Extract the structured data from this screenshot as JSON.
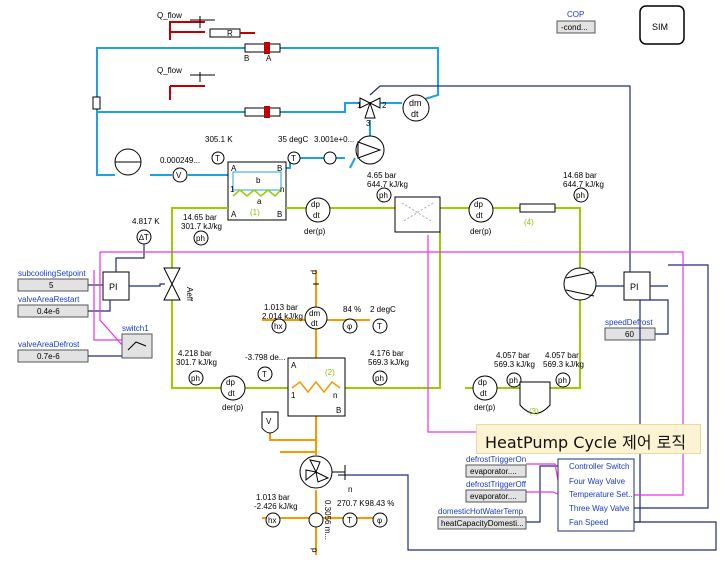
{
  "labels": {
    "q_flow_1": "Q_flow",
    "q_flow_2": "Q_flow",
    "r": "R",
    "b": "B",
    "a": "A",
    "cop_title": "COP",
    "cop_value": "-cond...",
    "sim": "SIM",
    "t1": "305.1 K",
    "t2": "35 degC",
    "t3": "3.001e+0...",
    "vflow": "0.000249...",
    "valve_1": "1",
    "valve_2": "2",
    "valve_3": "3",
    "dm": "dm",
    "dt": "dt",
    "hx_b": "b",
    "hx_a": "a",
    "hx_1": "1",
    "hx_n": "n",
    "hx_A": "A",
    "hx_B": "B",
    "hx_A2": "A",
    "hx_B2": "B",
    "hx_idx": "(1)",
    "p1": "14.65 bar",
    "h1": "301.7 kJ/kg",
    "p2": "4.65 bar",
    "h2": "644.7 kJ/kg",
    "p3": "14.68 bar",
    "h3": "644.7 kJ/kg",
    "der1": "der(p)",
    "der2": "der(p)",
    "der3": "der(p)",
    "der4": "der(p)",
    "dp": "dp",
    "dpdt": "dt",
    "ph": "ph",
    "idx4": "(4)",
    "idx2": "(2)",
    "idx3": "(3)",
    "t_4817": "4.817 K",
    "pi1": "PI",
    "pi2": "PI",
    "valve_aeff": "Aeff",
    "valve_A": "A",
    "valve_B": "B",
    "sub_setpoint": "subcoolingSetpoint",
    "sub_value": "5",
    "restart": "valveAreaRestart",
    "restart_value": "0.4e-6",
    "defrost_area": "valveAreaDefrost",
    "defrost_value": "0.7e-6",
    "switch": "switch1",
    "speed_defrost": "speedDefrost",
    "speed_value": "60",
    "air_p": "1.013 bar",
    "air_h": "2.014 kJ/kg",
    "air_phi": "84 %",
    "air_t": "2 degC",
    "hx": "hx",
    "phi": "φ",
    "t_cold": "-3.798 de...",
    "p_evap1": "4.218 bar",
    "h_evap1": "301.7 kJ/kg",
    "p_evap2": "4.176 bar",
    "h_evap2": "569.3 kJ/kg",
    "p_sep1": "4.057 bar",
    "h_sep1": "569.3 kJ/kg",
    "p_sep2": "4.057 bar",
    "h_sep2": "569.3 kJ/kg",
    "v": "V",
    "p_lbl": "p",
    "n_lbl": "n",
    "fan_p": "1.013 bar",
    "fan_h": "-2.426 kJ/kg",
    "fan_flow": "0.3056 m...",
    "fan_t": "270.7 K",
    "fan_phi": "98.43 %",
    "caption": "HeatPump Cycle 제어 로직",
    "trig_on": "defrostTriggerOn",
    "trig_on_value": "evaporator....",
    "trig_off": "defrostTriggerOff",
    "trig_off_value": "evaporator....",
    "dhw": "domesticHotWaterTemp",
    "dhw_value": "heatCapacityDomesti...",
    "ctrl_switch": "Controller Switch",
    "four_way": "Four Way Valve",
    "temp_set": "Temperature Set...",
    "three_way": "Three Way Valve",
    "fan_speed": "Fan Speed"
  },
  "colors": {
    "water": "#1fa3dc",
    "refrigerant": "#9acd00",
    "air": "#f39b00",
    "heat": "#c00000",
    "signal_magenta": "#e633e6",
    "signal_blue": "#1e2c7a"
  }
}
